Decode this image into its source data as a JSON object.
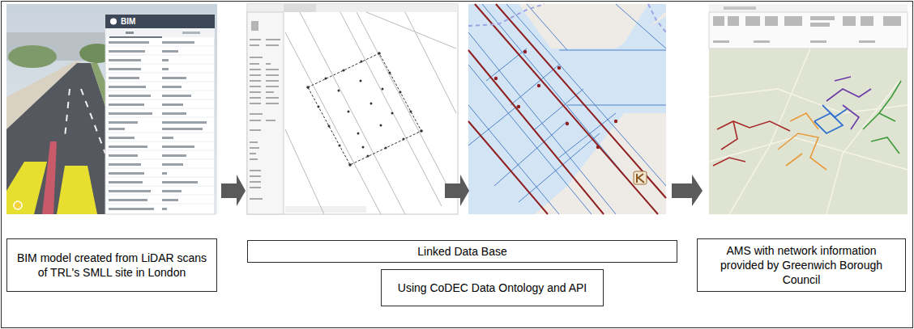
{
  "diagram": {
    "nodes": [
      {
        "text": [
          "BIM model created from LiDAR scans of TRL's SMLL site in London"
        ]
      },
      {
        "text": [
          "Linked Data Base"
        ]
      },
      {
        "text": [
          "Using CoDEC Data Ontology and API"
        ]
      },
      {
        "text": [
          "AMS with network information provided by Greenwich Borough Council"
        ]
      }
    ],
    "labels": [
      "BIM"
    ]
  }
}
